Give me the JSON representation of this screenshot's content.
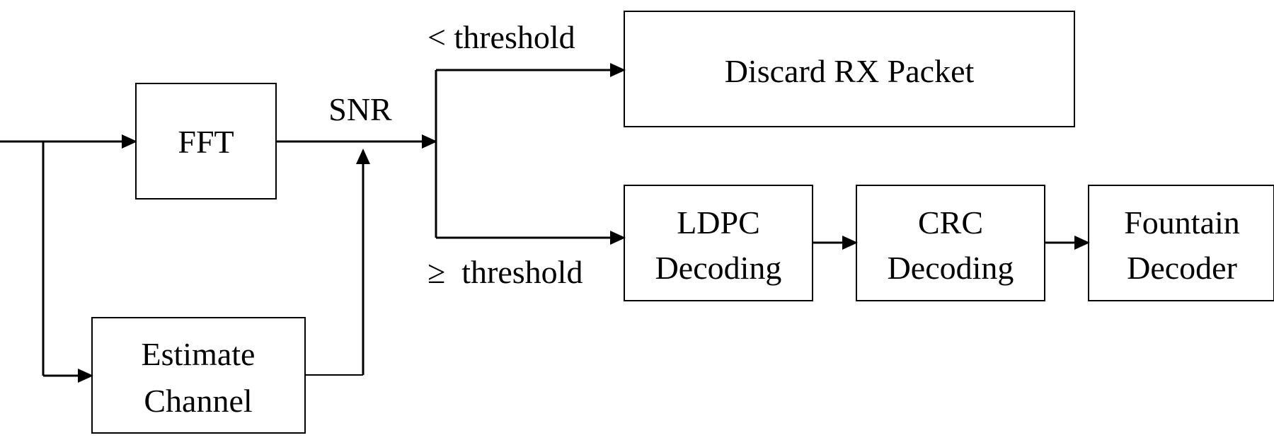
{
  "blocks": {
    "fft": "FFT",
    "estimate": [
      "Estimate",
      "Channel"
    ],
    "discard": "Discard RX Packet",
    "ldpc": [
      "LDPC",
      "Decoding"
    ],
    "crc": [
      "CRC",
      "Decoding"
    ],
    "fountain": [
      "Fountain",
      "Decoder"
    ]
  },
  "labels": {
    "snr": "SNR",
    "below_threshold": "< threshold",
    "above_threshold": "≥  threshold"
  }
}
